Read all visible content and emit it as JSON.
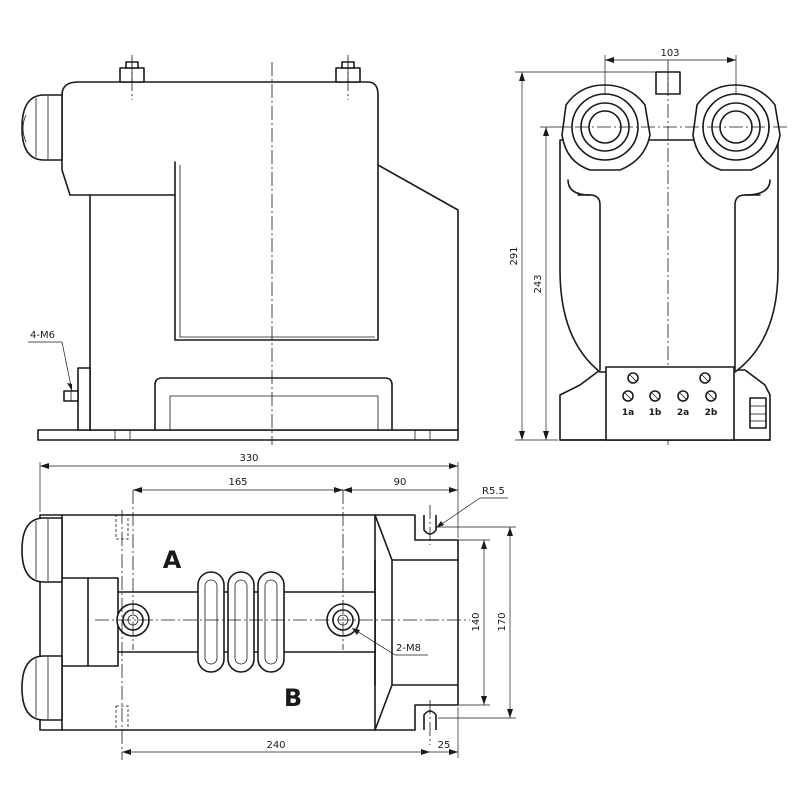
{
  "dimensions": {
    "top_width": "103",
    "overall_height": "291",
    "bushing_height": "243",
    "overall_length": "330",
    "hole_spacing": "165",
    "right_offset": "90",
    "slot_radius": "R5.5",
    "mount_spacing_short": "140",
    "mount_spacing_long": "170",
    "mount_length": "240",
    "slot_offset": "25"
  },
  "callouts": {
    "base_bolts": "4-M6",
    "primary_bolts": "2-M8"
  },
  "terminals": [
    "1a",
    "1b",
    "2a",
    "2b"
  ],
  "primary_labels": {
    "a": "A",
    "b": "B"
  },
  "colors": {
    "line": "#1a1a1a",
    "background": "#ffffff"
  }
}
